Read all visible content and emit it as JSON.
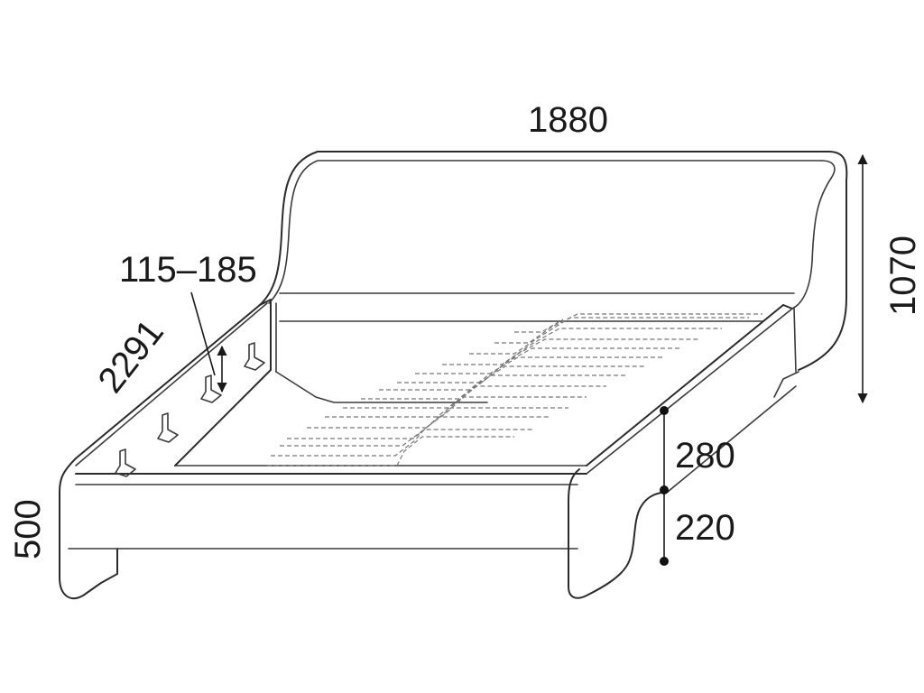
{
  "dimensions": {
    "width": "1880",
    "height": "1070",
    "slat_adjust": "115–185",
    "length": "2291",
    "frame_height": "280",
    "leg_height": "220",
    "bed_height": "500"
  },
  "colors": {
    "line": "#2b2b2b",
    "slat": "#777777",
    "background": "#ffffff"
  }
}
